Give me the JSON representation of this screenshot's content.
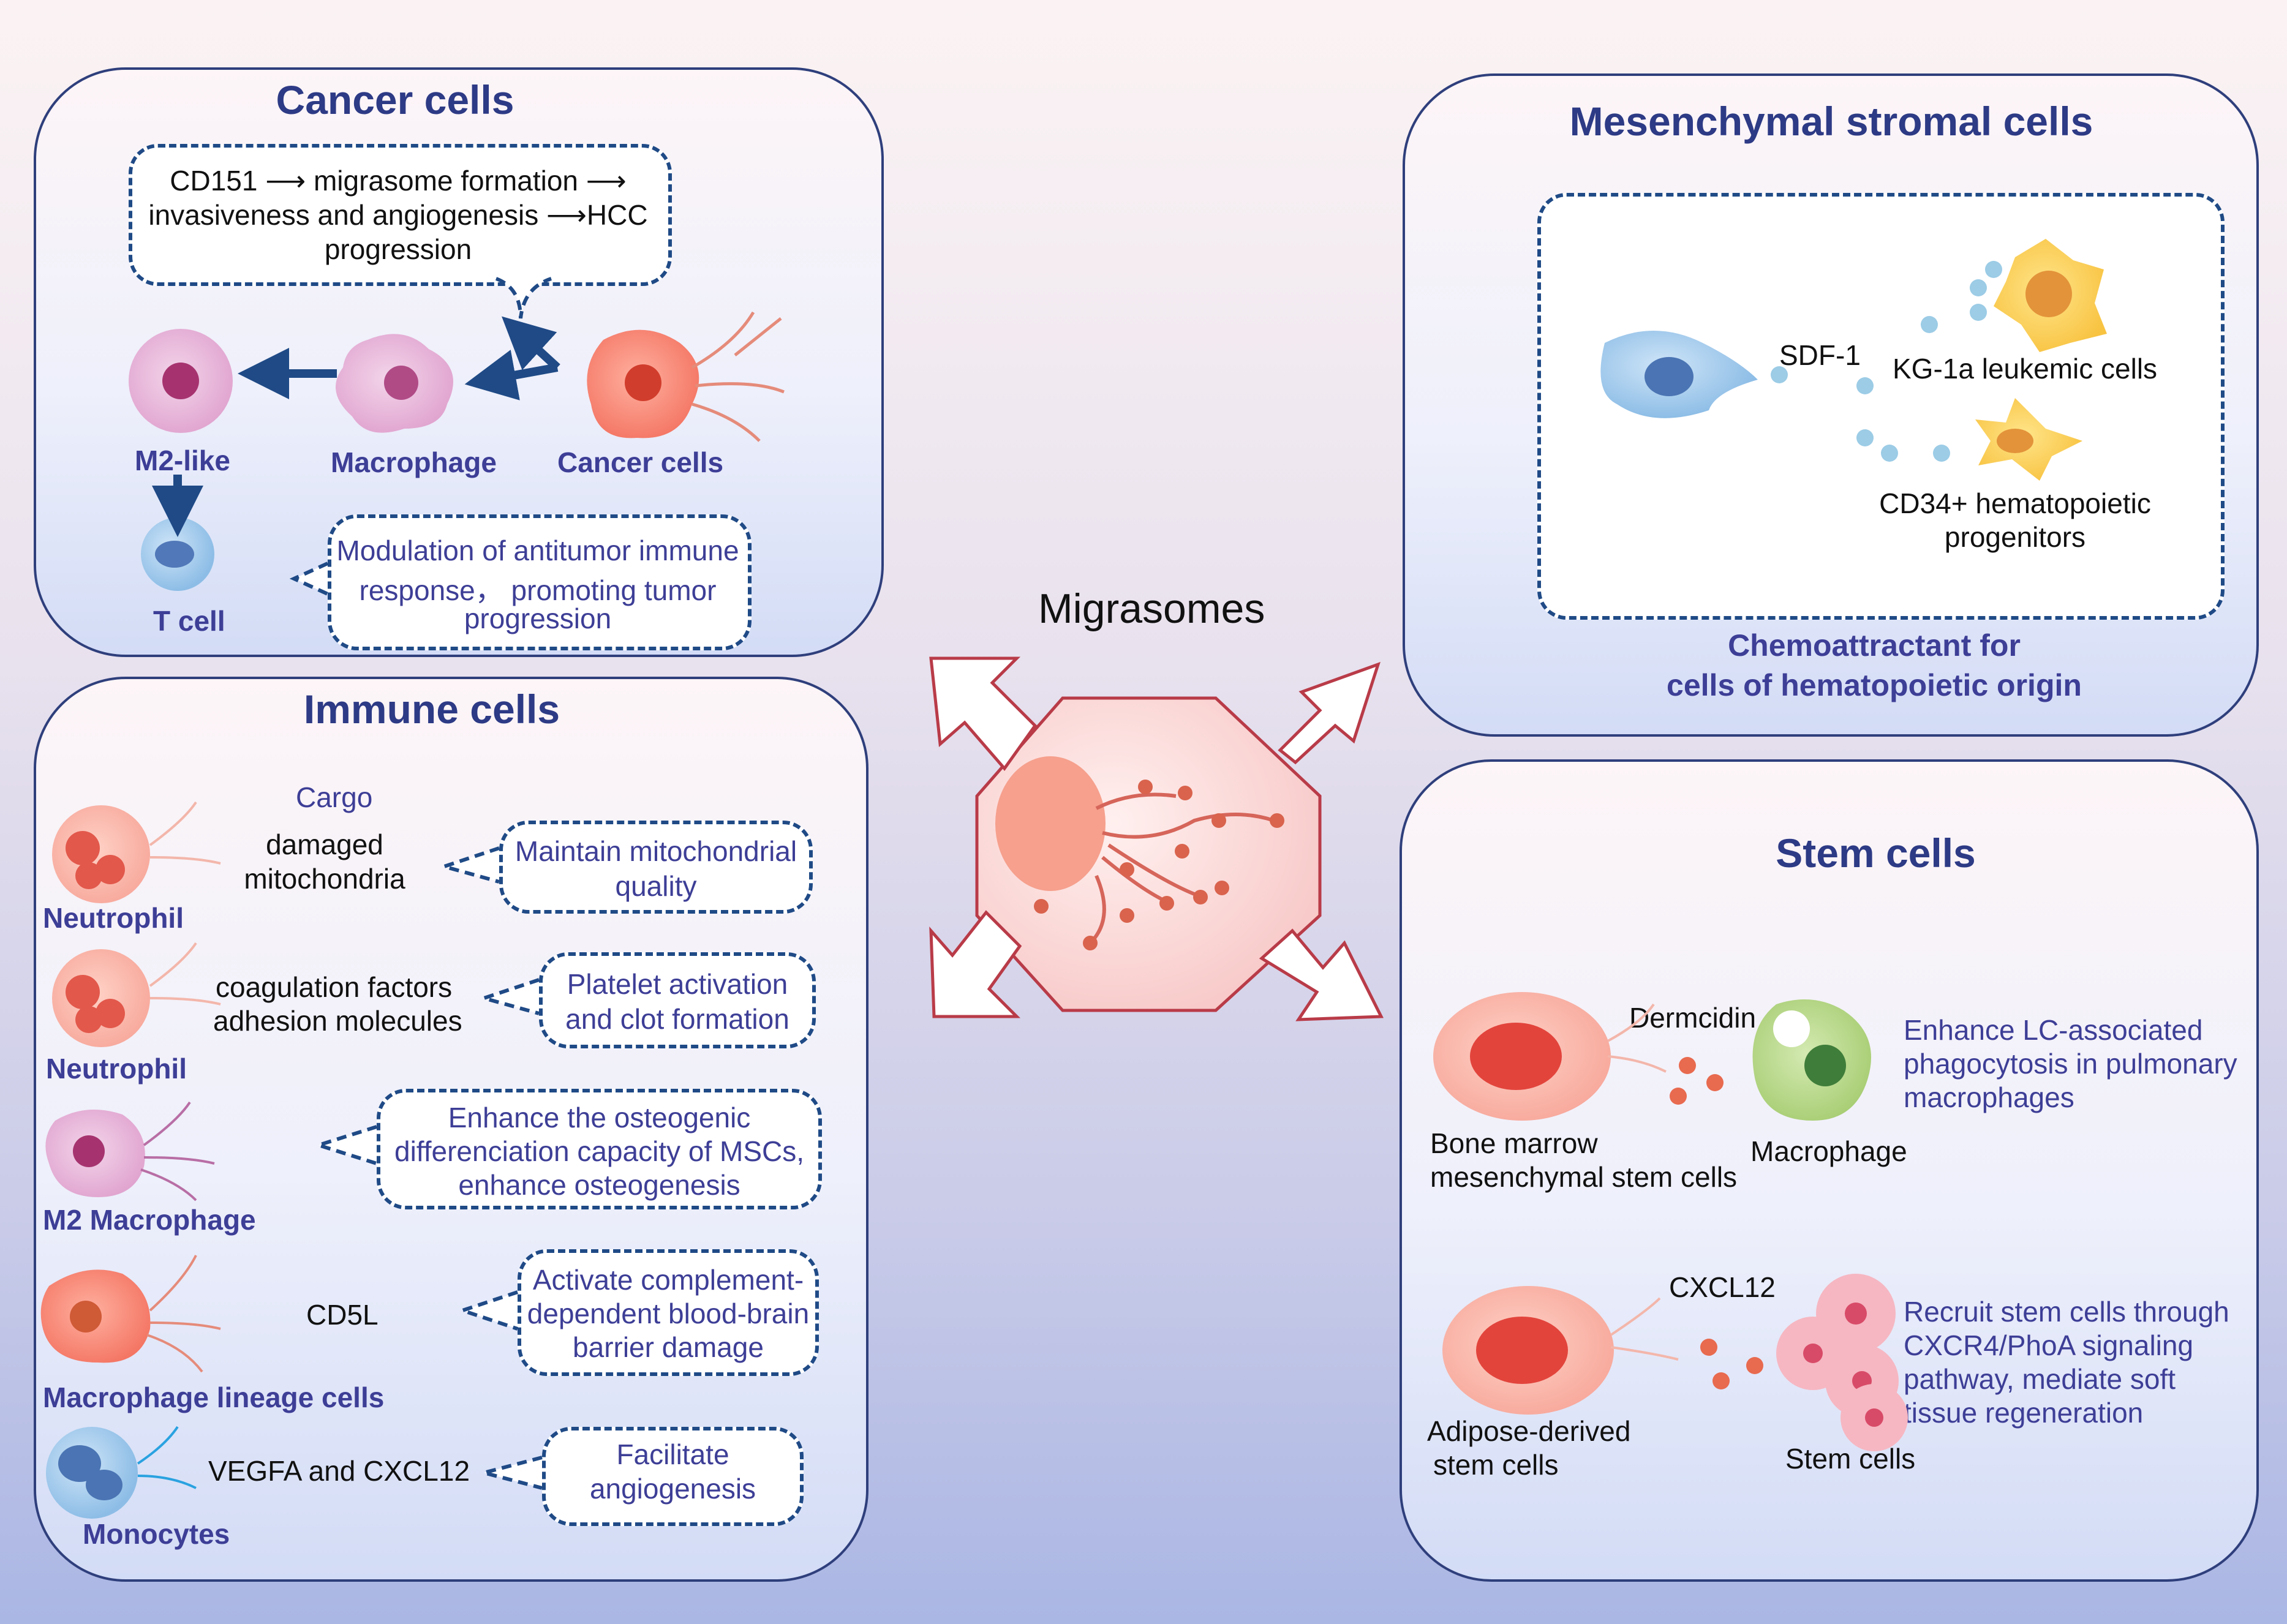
{
  "center": {
    "title": "Migrasomes"
  },
  "cancer": {
    "title": "Cancer cells",
    "box_lines": [
      "CD151 ⟶ migrasome formation ⟶",
      "invasiveness and angiogenesis ⟶HCC",
      "progression"
    ],
    "labels": {
      "m2like": "M2-like",
      "macrophage": "Macrophage",
      "cancer": "Cancer cells",
      "tcell": "T cell"
    },
    "note_lines": [
      "Modulation of antitumor immune",
      "response， promoting tumor",
      "progression"
    ]
  },
  "msc": {
    "title": "Mesenchymal stromal cells",
    "sdf": "SDF-1",
    "kg": "KG-1a leukemic cells",
    "cd34_lines": [
      "CD34+ hematopoietic",
      "progenitors"
    ],
    "caption_lines": [
      "Chemoattractant for",
      "cells of hematopoietic origin"
    ]
  },
  "immune": {
    "title": "Immune cells",
    "cargo": "Cargo",
    "rows": [
      {
        "cargo_lines": [
          "damaged",
          "mitochondria"
        ],
        "label": "Neutrophil",
        "effect_lines": [
          "Maintain mitochondrial",
          "quality"
        ]
      },
      {
        "cargo_lines": [
          "coagulation factors",
          "adhesion molecules"
        ],
        "label": "Neutrophil",
        "effect_lines": [
          "Platelet activation",
          "and clot formation"
        ]
      },
      {
        "cargo_lines": [],
        "label": "M2 Macrophage",
        "effect_lines": [
          "Enhance the osteogenic",
          "differenciation capacity of MSCs,",
          "enhance osteogenesis"
        ]
      },
      {
        "cargo_lines": [
          "CD5L"
        ],
        "label": "Macrophage lineage cells",
        "effect_lines": [
          "Activate complement-",
          "dependent blood-brain",
          "barrier damage"
        ]
      },
      {
        "cargo_lines": [
          "VEGFA and CXCL12"
        ],
        "label": "Monocytes",
        "effect_lines": [
          "Facilitate",
          "angiogenesis"
        ]
      }
    ]
  },
  "stem": {
    "title": "Stem cells",
    "dermcidin": "Dermcidin",
    "bm_lines": [
      "Bone marrow",
      "mesenchymal stem cells"
    ],
    "macrophage": "Macrophage",
    "lc_lines": [
      "Enhance LC-associated",
      "phagocytosis in pulmonary",
      "macrophages"
    ],
    "cxcl12": "CXCL12",
    "ad_lines": [
      "Adipose-derived",
      "stem cells"
    ],
    "stemcells": "Stem cells",
    "recruit_lines": [
      "Recruit stem cells through",
      "CXCR4/PhoA signaling",
      " pathway, mediate soft",
      " tissue regeneration"
    ]
  },
  "colors": {
    "title": "#2d3a85",
    "dash": "#1f4a86",
    "arrow": "#1f4a86",
    "blue_text": "#3d3e96"
  }
}
